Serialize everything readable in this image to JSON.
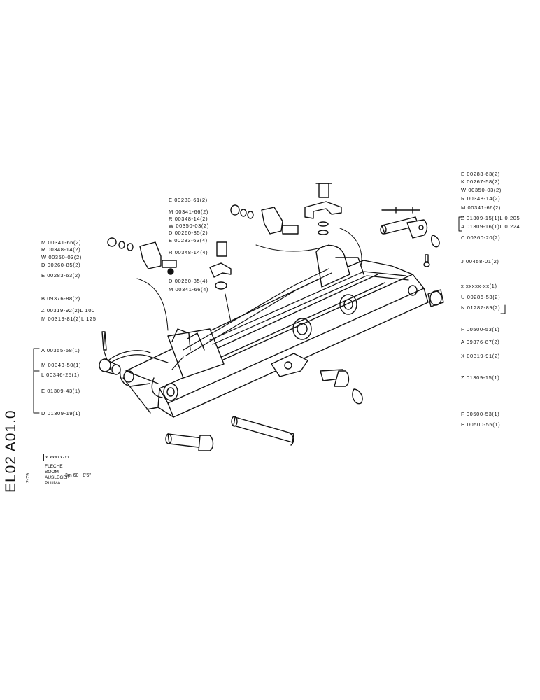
{
  "sheet": {
    "id": "EL02 A01.0",
    "date": "2-79",
    "code": "x xxxxx-xx",
    "names": [
      "FLECHE",
      "BOOM",
      "AUSLEGER",
      "PLUMA"
    ],
    "size_metric": "2m 60",
    "size_imperial": "8'6\""
  },
  "labels": {
    "upper_center": [
      "E 00283-61(2)",
      "M 00341-66(2)",
      "R 00348-14(2)",
      "W 00350-03(2)",
      "D 00260-85(2)",
      "E 00283-63(4)",
      "R 00348-14(4)",
      "D 00260-85(4)",
      "M 00341-66(4)"
    ],
    "left": [
      "M 00341-66(2)",
      "R 00348-14(2)",
      "W 00350-03(2)",
      "D 00260-85(2)",
      "E 00283-63(2)",
      "B 09376-88(2)",
      "Z 00319-92(2)L 100",
      "M 00319-81(2)L 125",
      "A 00355-58(1)",
      "M 00343-50(1)",
      "L 00346-25(1)",
      "E 01309-43(1)",
      "D 01309-19(1)"
    ],
    "right": [
      "E 00283-63(2)",
      "K 00267-58(2)",
      "W 00350-03(2)",
      "R 00348-14(2)",
      "M 00341-66(2)",
      "Z 01309-15(1)L 0,205",
      "A 01309-16(1)L 0,224",
      "C 00360-20(2)",
      "J 00458-01(2)",
      "x xxxxx-xx(1)",
      "U 00286-53(2)",
      "N 01287-89(2)",
      "F 00500-53(1)",
      "A 09376-87(2)",
      "X 00319-91(2)",
      "Z 01309-15(1)",
      "F 00500-53(1)",
      "H 00500-55(1)"
    ]
  }
}
